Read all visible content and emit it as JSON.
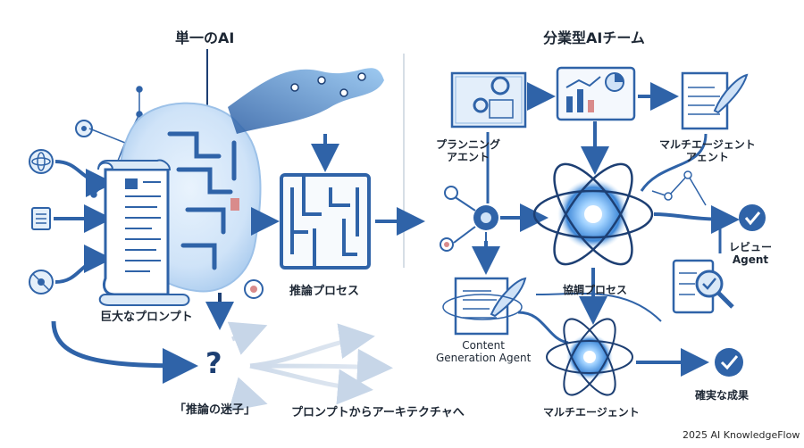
{
  "left": {
    "title": "単一のAI",
    "prompt_label": "巨大なプロンプト",
    "reasoning_label": "推論プロセス",
    "maze_label": "「推論の迷子」",
    "question_mark": "?"
  },
  "right": {
    "title": "分業型AIチーム",
    "planning_label": "プランニング\nアエント",
    "multi_agent_label": "マルチエージェント\nアェント",
    "content_label": "Content\nGeneration Agent",
    "coordination_label": "協調プロセス",
    "review_label": "レビュー\nAgent",
    "multi_agent_bottom": "マルチエージェント",
    "result_label": "確実な成果"
  },
  "bottom_caption": "プロンプトからアーキテクチャへ",
  "footer": "2025 AI KnowledgeFlow",
  "colors": {
    "primary": "#2f63a8",
    "dark": "#1d3f73",
    "light": "#cfe2f7",
    "glow": "#6fb4f0",
    "accent": "#d98b8b"
  }
}
